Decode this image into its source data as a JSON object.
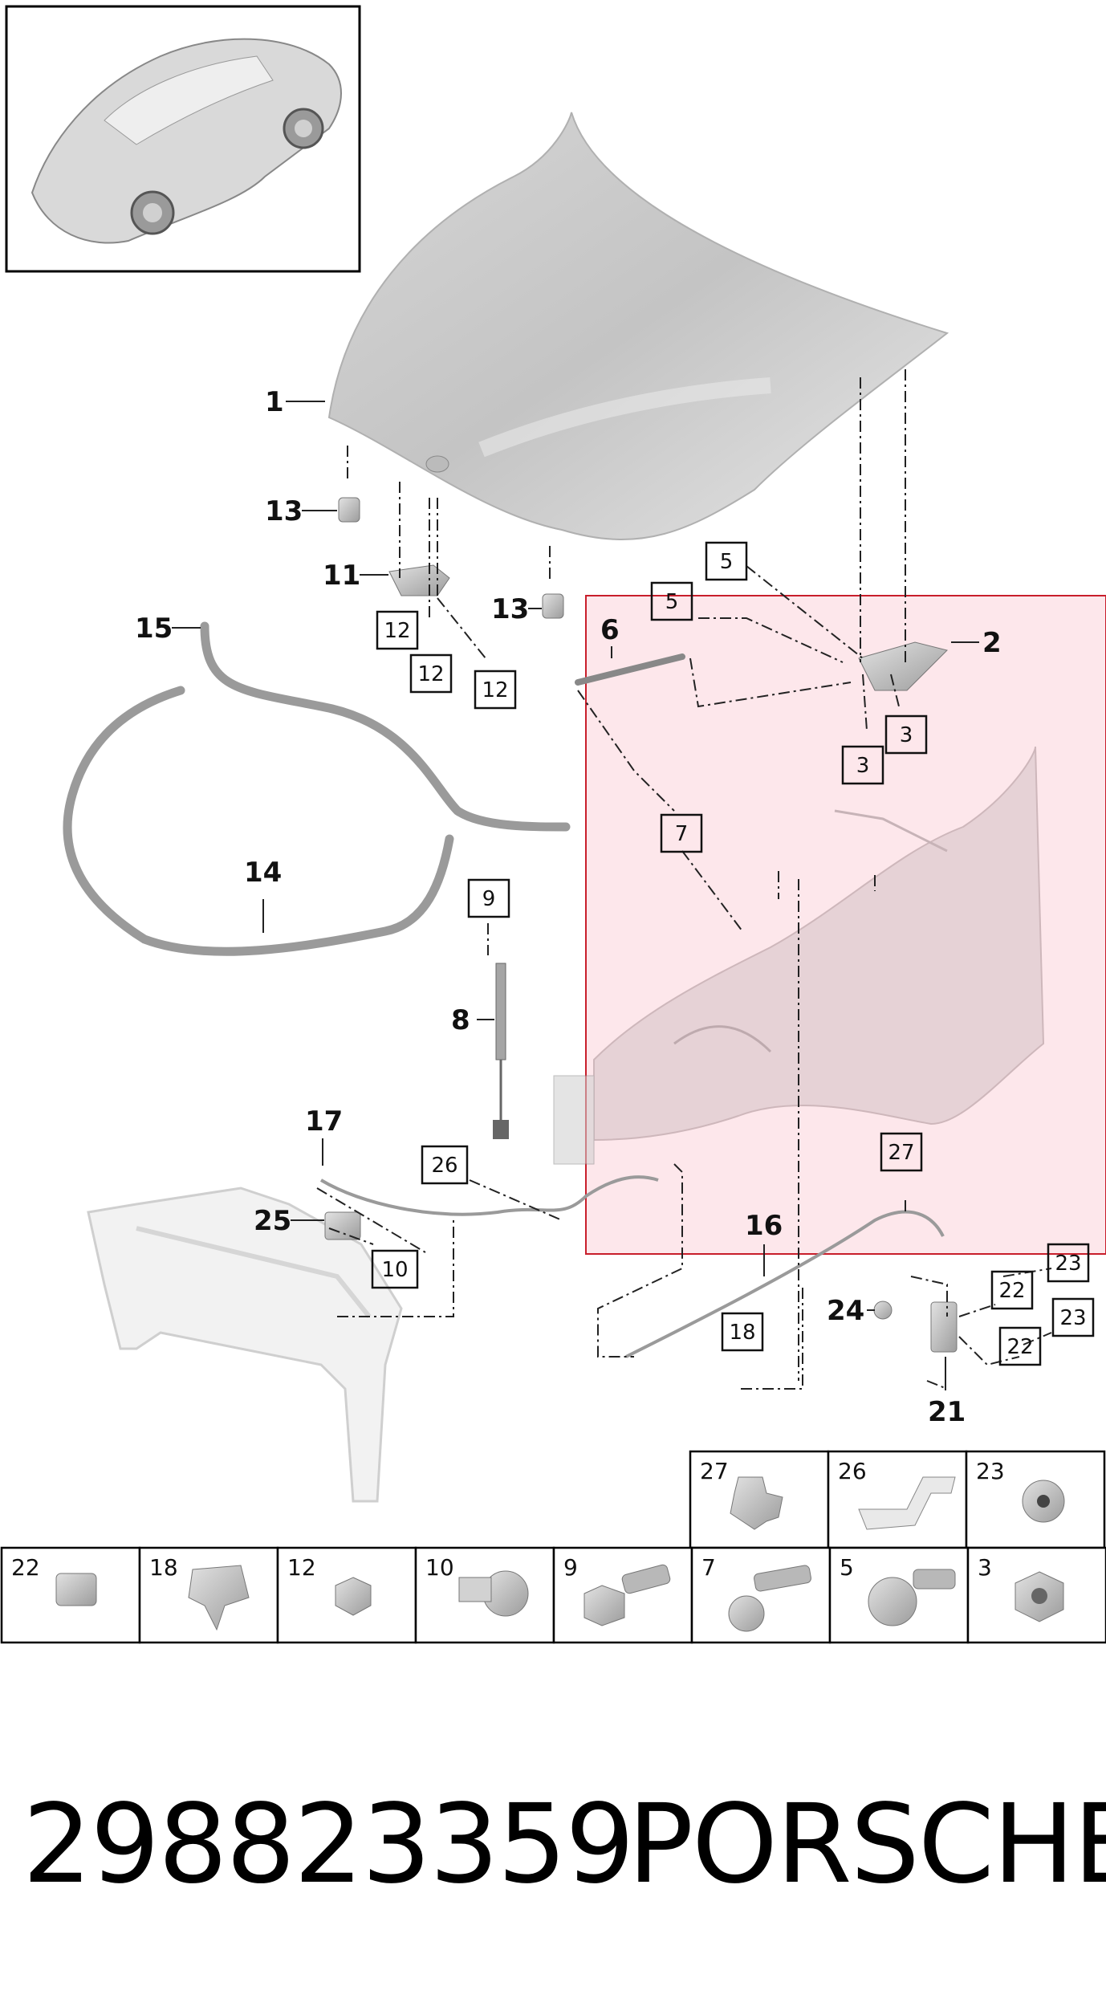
{
  "callouts_bold": [
    "1",
    "2",
    "6",
    "8",
    "11",
    "13",
    "13",
    "14",
    "15",
    "16",
    "17",
    "21",
    "24",
    "25"
  ],
  "callouts_boxed": [
    "3",
    "3",
    "5",
    "5",
    "7",
    "9",
    "10",
    "12",
    "12",
    "12",
    "18",
    "22",
    "22",
    "23",
    "23",
    "26",
    "27"
  ],
  "parts_table": {
    "top_row": [
      "27",
      "26",
      "23"
    ],
    "bottom_row": [
      "22",
      "18",
      "12",
      "10",
      "9",
      "7",
      "5",
      "3"
    ]
  },
  "footer": {
    "part_number": "298823359",
    "brand": "PORSCHE"
  },
  "colors": {
    "highlight": "#fde3e8",
    "highlight_border": "#c81e2b",
    "line": "#222222",
    "part_gray": "#c8c8c8"
  }
}
